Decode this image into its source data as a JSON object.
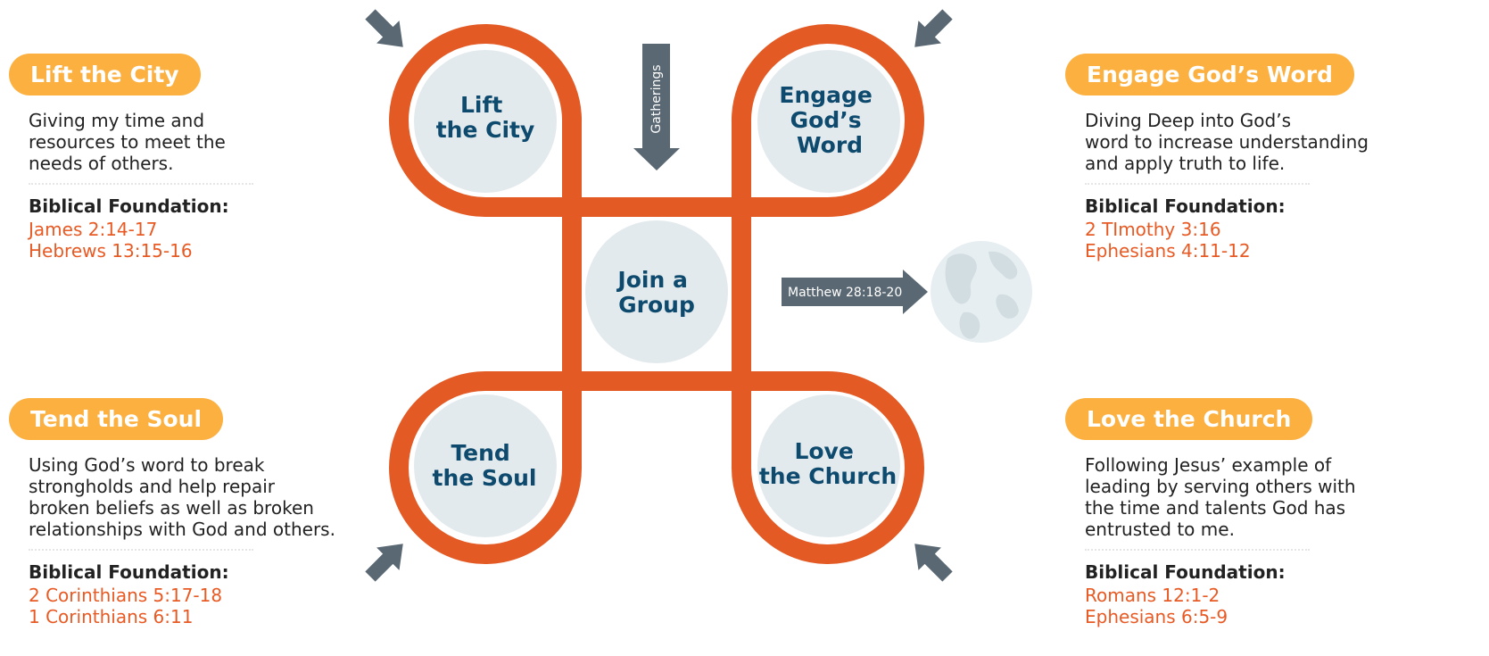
{
  "colors": {
    "loop": "#e35a24",
    "circle": "#e3eaed",
    "pill": "#fbb040",
    "arrow": "#5a6873",
    "circle_text": "#0d4a6e",
    "reference": "#e85a24"
  },
  "panels": {
    "lift_city": {
      "title": "Lift the City",
      "description": [
        "Giving my time and",
        "resources to meet the",
        "needs of others."
      ],
      "foundation_label": "Biblical Foundation:",
      "references": [
        "James 2:14-17",
        "Hebrews 13:15-16"
      ]
    },
    "engage_word": {
      "title": "Engage God’s Word",
      "description": [
        "Diving Deep into God’s",
        "word to increase understanding",
        "and apply truth to life."
      ],
      "foundation_label": "Biblical Foundation:",
      "references": [
        "2 TImothy 3:16",
        "Ephesians  4:11-12"
      ]
    },
    "tend_soul": {
      "title": "Tend the Soul",
      "description": [
        "Using God’s word to break",
        "strongholds and help repair",
        "broken beliefs as well as broken",
        "relationships with God and others."
      ],
      "foundation_label": "Biblical Foundation:",
      "references": [
        "2 Corinthians 5:17-18",
        "1 Corinthians 6:11"
      ]
    },
    "love_church": {
      "title": "Love the Church",
      "description": [
        "Following Jesus’ example of",
        "leading by serving others with",
        "the time and talents God has",
        "entrusted to me."
      ],
      "foundation_label": "Biblical Foundation:",
      "references": [
        "Romans 12:1-2",
        "Ephesians 6:5-9"
      ]
    }
  },
  "circles": {
    "lift_city": [
      "Lift",
      "the City"
    ],
    "engage_word": [
      "Engage",
      "God’s",
      "Word"
    ],
    "join_group": [
      "Join a",
      "Group"
    ],
    "tend_soul": [
      "Tend",
      "the Soul"
    ],
    "love_church": [
      "Love",
      "the Church"
    ]
  },
  "arrows": {
    "gatherings": "Gatherings",
    "matthew": "Matthew 28:18-20"
  },
  "icons": [
    "arrow-icon",
    "globe-icon"
  ]
}
